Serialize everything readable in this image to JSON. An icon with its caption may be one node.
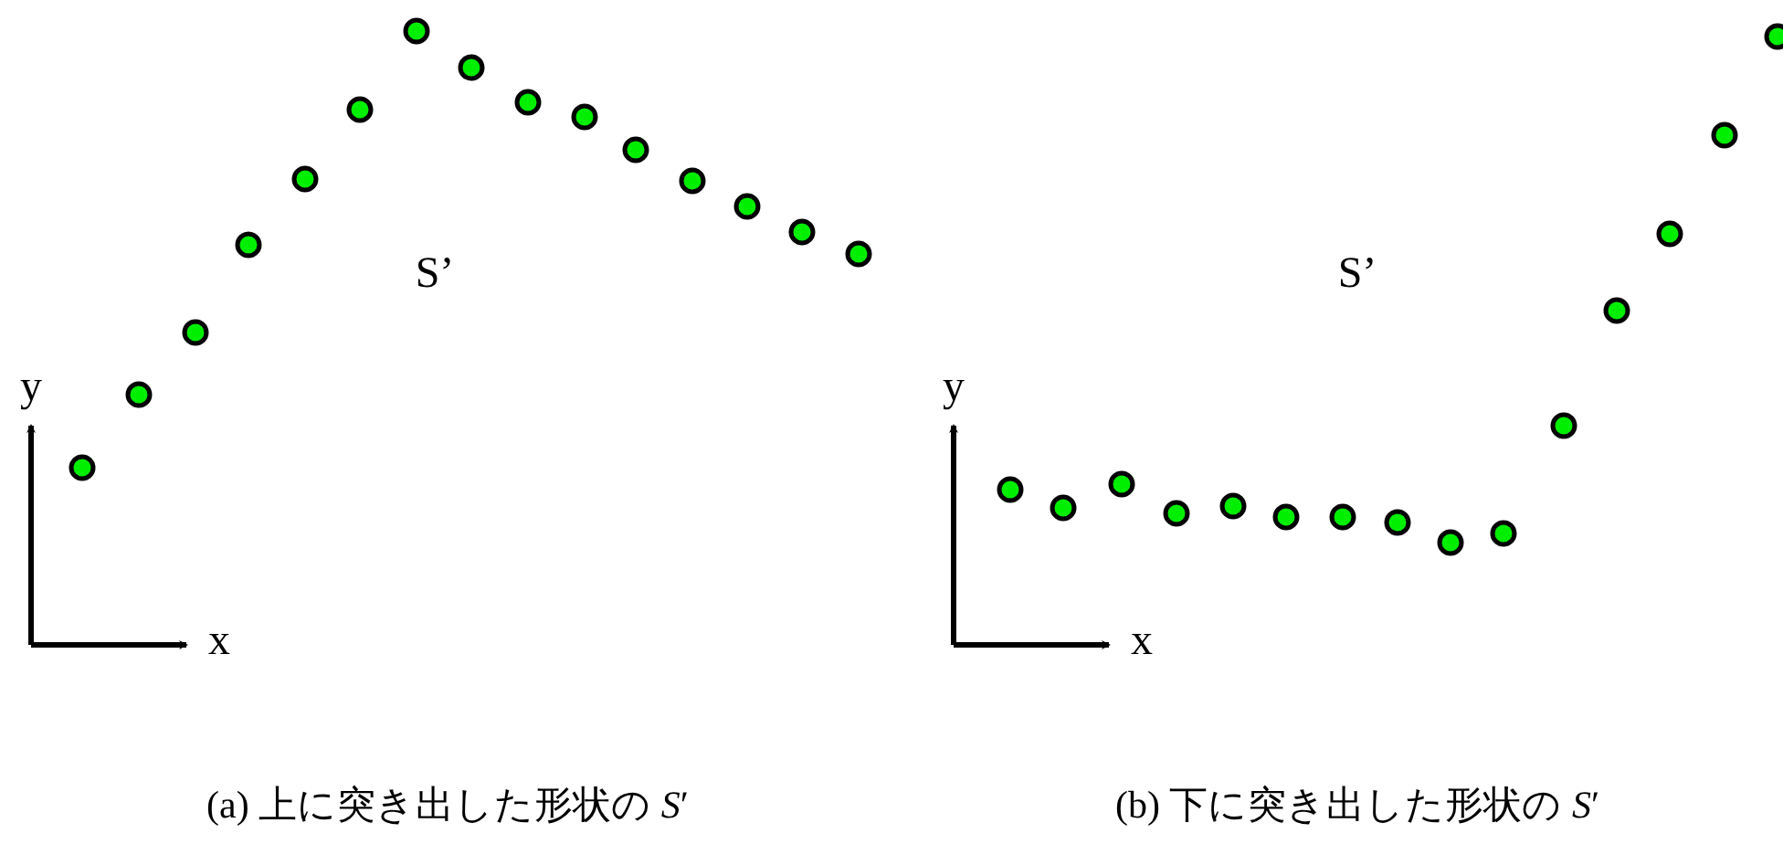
{
  "diagram": {
    "labels": [
      "S’",
      "y",
      "x",
      "S’",
      "y",
      "x",
      "(a) 上に突き出した形状の *S*′",
      "(b) 下に突き出した形状の *S*′"
    ]
  }
}
